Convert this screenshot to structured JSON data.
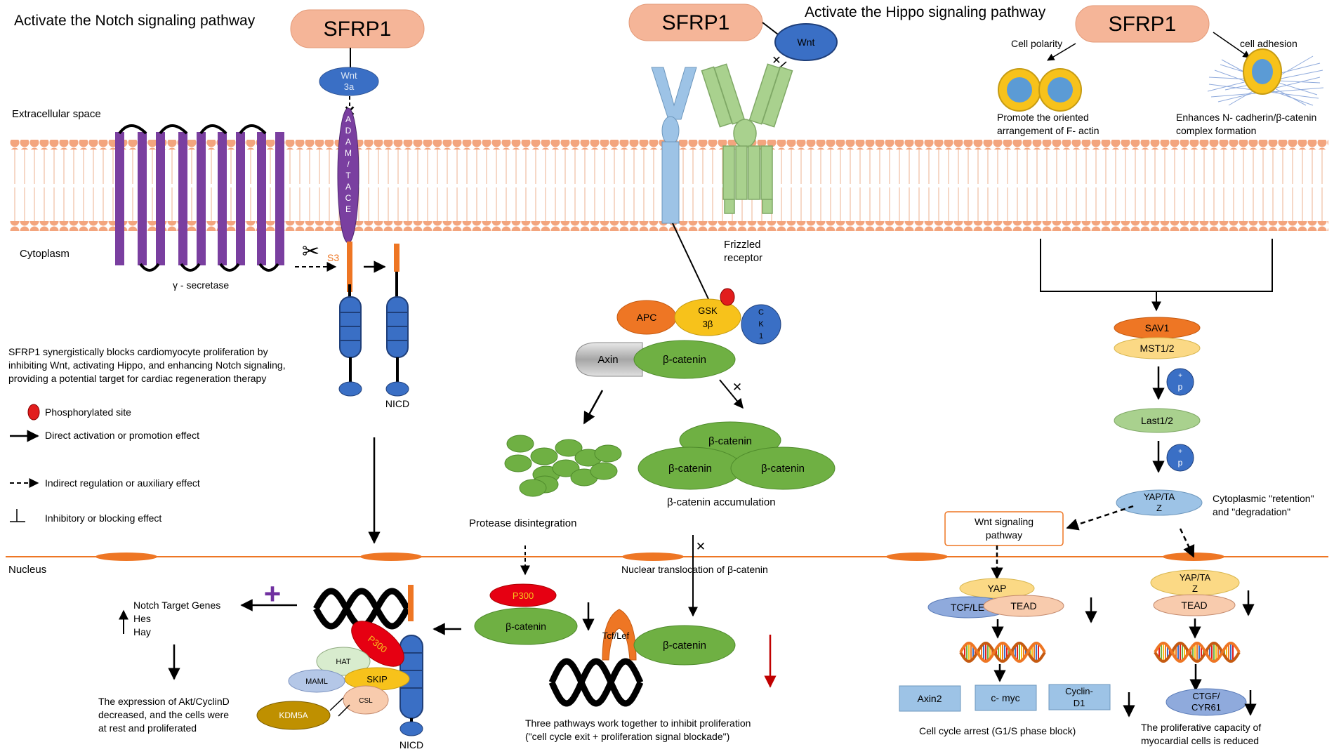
{
  "headings": {
    "notch": "Activate the Notch signaling pathway",
    "hippo": "Activate the Hippo signaling pathway"
  },
  "sfrp1": "SFRP1",
  "compartments": {
    "extracellular": "Extracellular space",
    "cytoplasm": "Cytoplasm",
    "nucleus": "Nucleus"
  },
  "notch": {
    "wnt3a": [
      "Wnt",
      "3a"
    ],
    "adam": "ADAM/TACE",
    "s3": "S3",
    "gamma_secretase": "γ - secretase",
    "nicd": "NICD",
    "summary": [
      "SFRP1 synergistically blocks cardiomyocyte proliferation by",
      "inhibiting Wnt, activating Hippo, and enhancing Notch signaling,",
      "providing a potential target for cardiac regeneration therapy"
    ],
    "target_genes": [
      "Notch Target Genes",
      "Hes",
      "Hay"
    ],
    "plus": "+",
    "outcome": [
      "The expression of Akt/CyclinD",
      "decreased, and the cells were",
      "at rest and proliferated"
    ],
    "complex": {
      "p300": "P300",
      "hat": "HAT",
      "maml": "MAML",
      "skip": "SKIP",
      "csl": "CSL",
      "kdm5a": "KDM5A"
    }
  },
  "legend": {
    "phospho": "Phosphorylated site",
    "direct": "Direct activation or promotion effect",
    "indirect": "Indirect regulation or auxiliary effect",
    "inhibit": "Inhibitory or blocking effect"
  },
  "wnt": {
    "wnt": "Wnt",
    "frizzled": [
      "Frizzled",
      "receptor"
    ],
    "apc": "APC",
    "gsk": [
      "GSK",
      "3β"
    ],
    "ck1": [
      "C",
      "K",
      "1"
    ],
    "axin": "Axin",
    "bcat": "β-catenin",
    "protease": "Protease disintegration",
    "accumulation": "β-catenin accumulation",
    "nuclear_translocation": "Nuclear translocation of β-catenin",
    "p300": "P300",
    "tcf": "Tcf/Lef",
    "summary": [
      "Three pathways work together to inhibit proliferation",
      "(\"cell cycle exit + proliferation signal blockade\")"
    ]
  },
  "hippo": {
    "cell_polarity": "Cell polarity",
    "cell_adhesion": "cell adhesion",
    "factin": [
      "Promote the oriented",
      "arrangement of F- actin"
    ],
    "ncad": [
      "Enhances N- cadherin/β-catenin",
      "complex formation"
    ],
    "sav1": "SAV1",
    "mst": "MST1/2",
    "p": "p",
    "plus": "+",
    "last": "Last1/2",
    "yaptaz": [
      "YAP/TA",
      "Z"
    ],
    "retention": [
      "Cytoplasmic \"retention\"",
      "and \"degradation\""
    ],
    "wnt_pathway": [
      "Wnt signaling",
      "pathway"
    ],
    "yap": "YAP",
    "tcf": "TCF/LE",
    "tead": "TEAD",
    "axin2": "Axin2",
    "cmyc": "c- myc",
    "cyclin": [
      "Cyclin-",
      "D1"
    ],
    "ctgf": [
      "CTGF/",
      "CYR61"
    ],
    "arrest": "Cell cycle arrest (G1/S phase block)",
    "reduced": [
      "The proliferative capacity of",
      "myocardial cells is reduced"
    ]
  },
  "colors": {
    "sfrp1": "#f5b598",
    "membrane": "#f3a57e",
    "membrane_line": "#f2c4a9",
    "gamma_secretase": "#7a3fa0",
    "beta_catenin": "#6fb043",
    "blue_protein": "#3a6fc5",
    "red": "#e21d1d",
    "apc": "#ee7624",
    "yellow": "#f7c21b",
    "sav1": "#ee7624",
    "ligth_yellow": "#fbd985",
    "light_green": "#a9d18e",
    "light_blue": "#9dc3e6",
    "kdm5a": "#bf9000"
  }
}
